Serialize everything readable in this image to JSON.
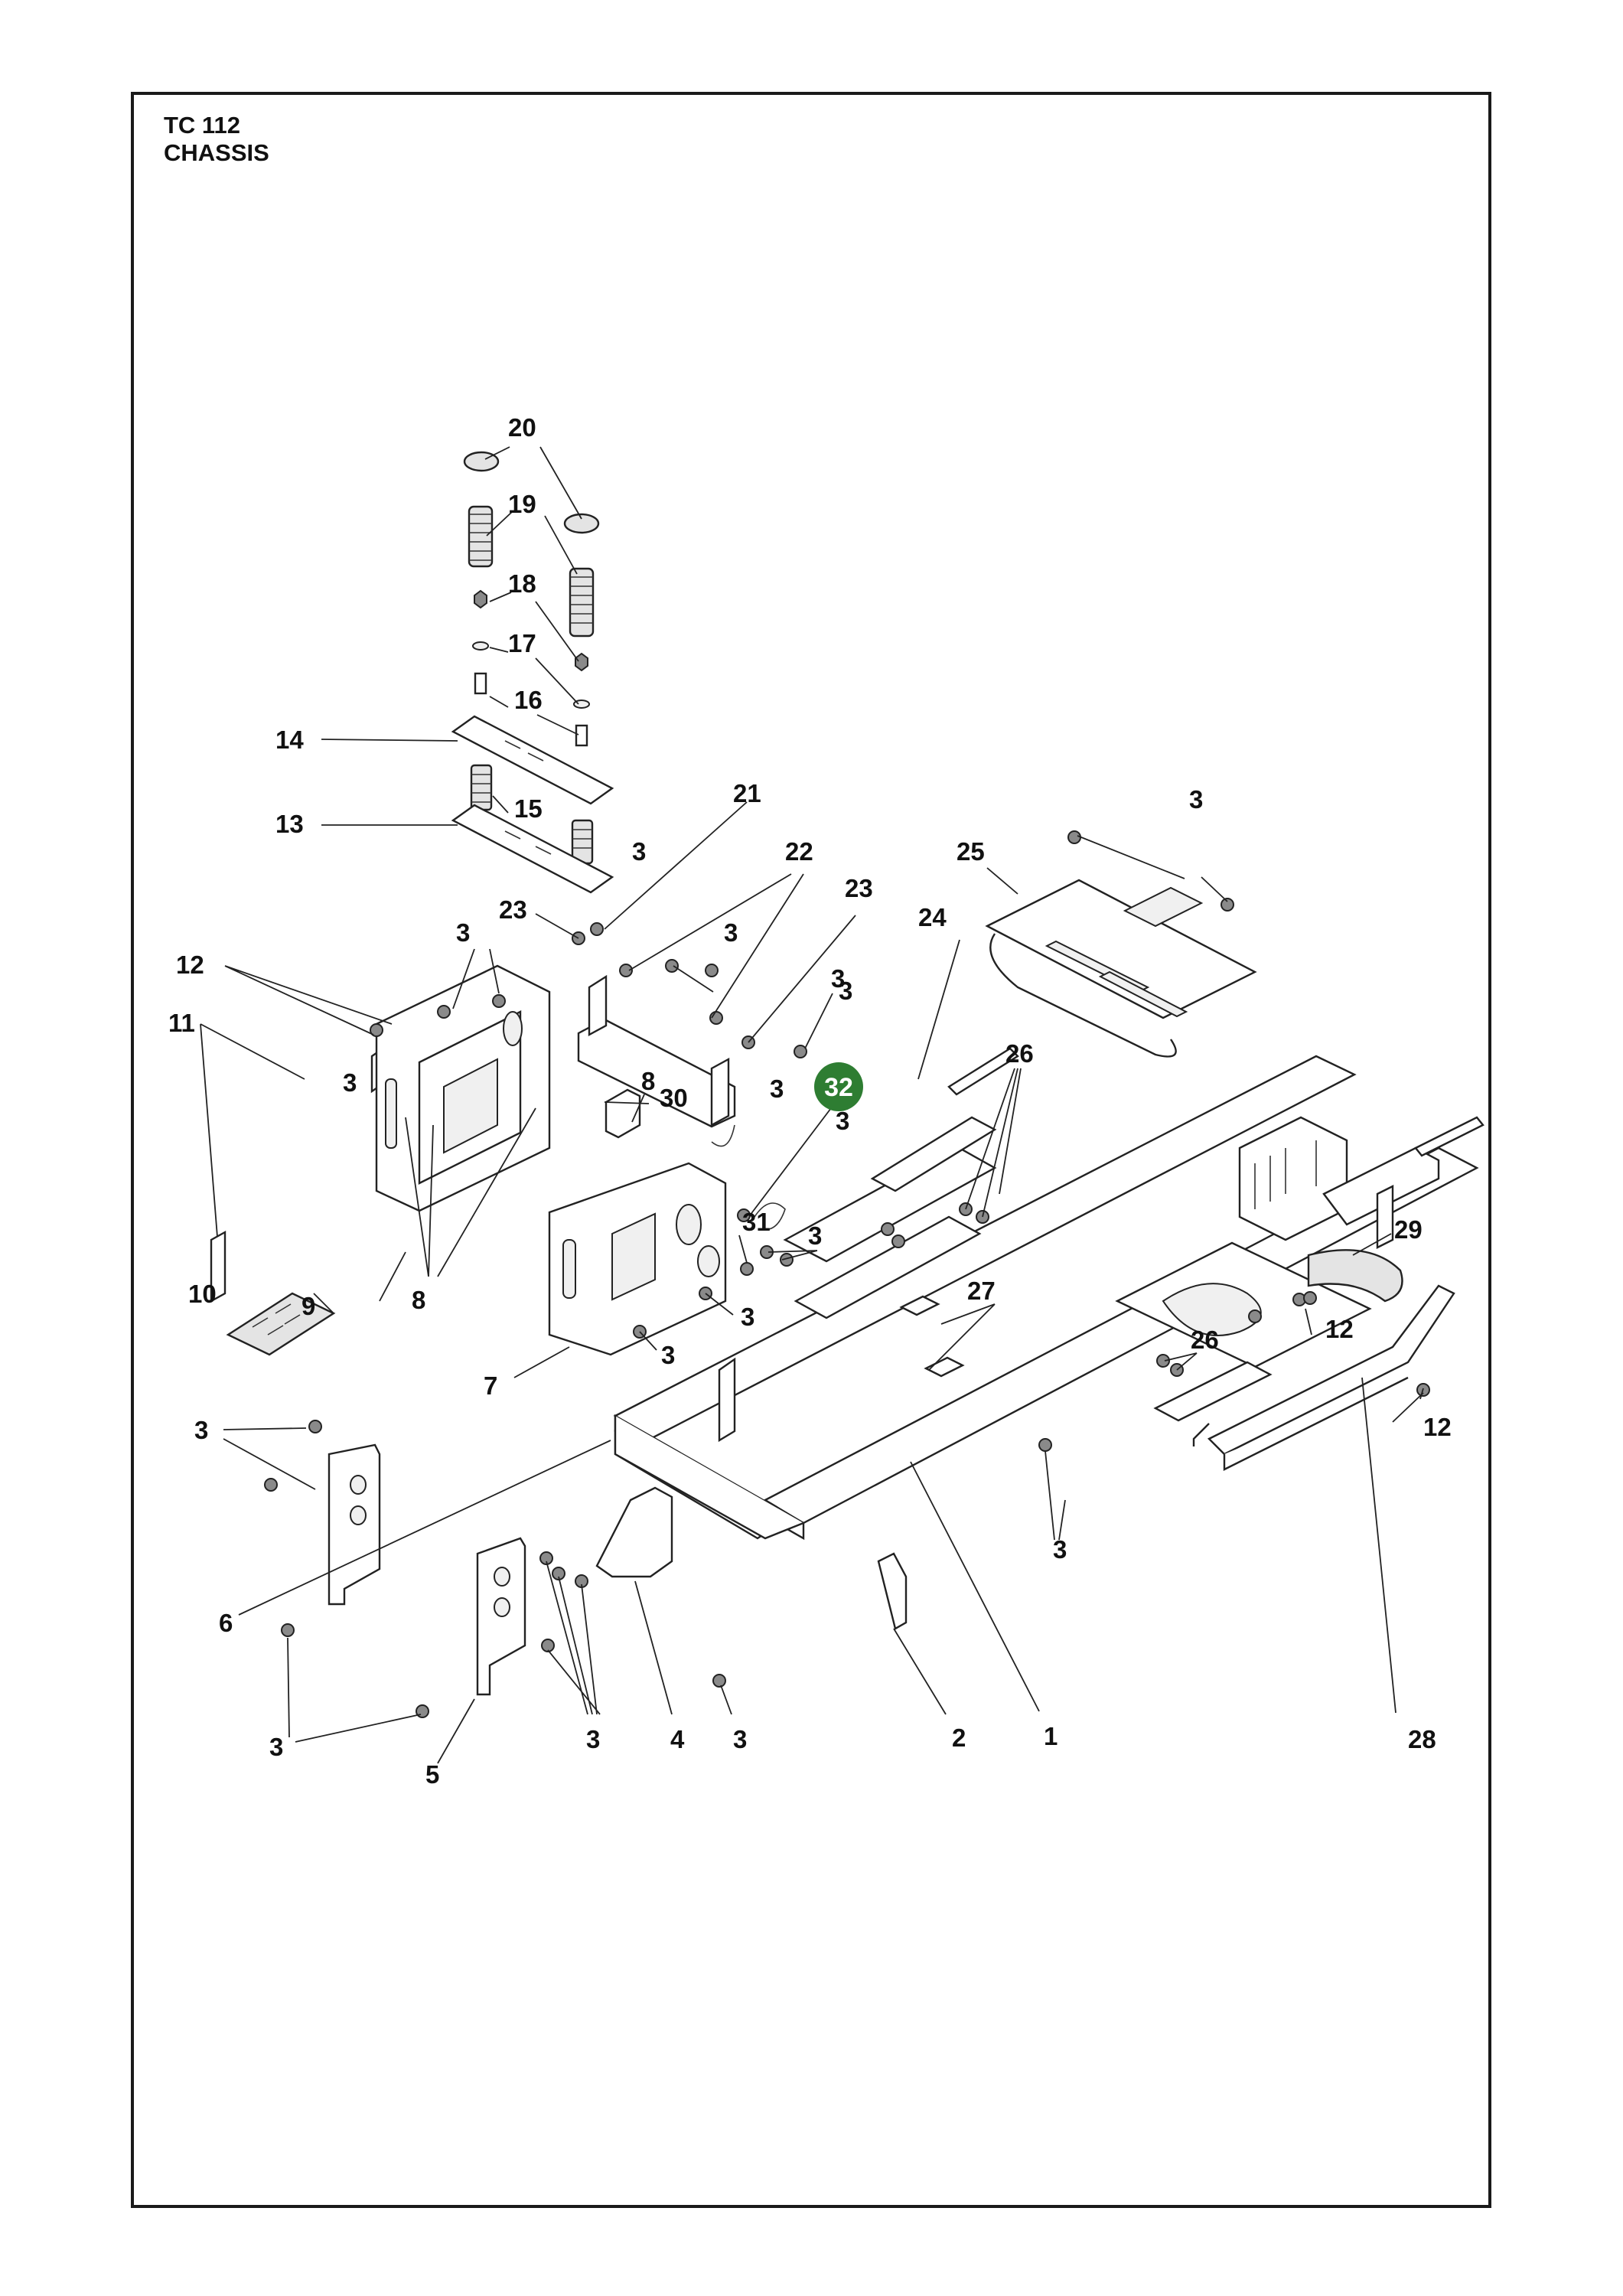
{
  "title": {
    "line1": "TC 112",
    "line2": "CHASSIS"
  },
  "highlight": {
    "label": "32",
    "color": "#2e7d32"
  },
  "callouts": [
    {
      "id": "c20",
      "label": "20"
    },
    {
      "id": "c19",
      "label": "19"
    },
    {
      "id": "c18",
      "label": "18"
    },
    {
      "id": "c17",
      "label": "17"
    },
    {
      "id": "c16",
      "label": "16"
    },
    {
      "id": "c14",
      "label": "14"
    },
    {
      "id": "c15",
      "label": "15"
    },
    {
      "id": "c13",
      "label": "13"
    },
    {
      "id": "c21",
      "label": "21"
    },
    {
      "id": "c22",
      "label": "22"
    },
    {
      "id": "c23a",
      "label": "23"
    },
    {
      "id": "c23b",
      "label": "23"
    },
    {
      "id": "c3a",
      "label": "3"
    },
    {
      "id": "c3b",
      "label": "3"
    },
    {
      "id": "c3c",
      "label": "3"
    },
    {
      "id": "c3d",
      "label": "3"
    },
    {
      "id": "c3e",
      "label": "3"
    },
    {
      "id": "c3f",
      "label": "3"
    },
    {
      "id": "c3g",
      "label": "3"
    },
    {
      "id": "c3h",
      "label": "3"
    },
    {
      "id": "c3i",
      "label": "3"
    },
    {
      "id": "c3j",
      "label": "3"
    },
    {
      "id": "c3k",
      "label": "3"
    },
    {
      "id": "c3l",
      "label": "3"
    },
    {
      "id": "c3m",
      "label": "3"
    },
    {
      "id": "c3n",
      "label": "3"
    },
    {
      "id": "c3o",
      "label": "3"
    },
    {
      "id": "c3p",
      "label": "3"
    },
    {
      "id": "c3q",
      "label": "3"
    },
    {
      "id": "c25",
      "label": "25"
    },
    {
      "id": "c24",
      "label": "24"
    },
    {
      "id": "c26a",
      "label": "26"
    },
    {
      "id": "c26b",
      "label": "26"
    },
    {
      "id": "c12a",
      "label": "12"
    },
    {
      "id": "c12b",
      "label": "12"
    },
    {
      "id": "c12c",
      "label": "12"
    },
    {
      "id": "c11",
      "label": "11"
    },
    {
      "id": "c30",
      "label": "30"
    },
    {
      "id": "c8a",
      "label": "8"
    },
    {
      "id": "c8b",
      "label": "8"
    },
    {
      "id": "c31",
      "label": "31"
    },
    {
      "id": "c29",
      "label": "29"
    },
    {
      "id": "c27",
      "label": "27"
    },
    {
      "id": "c10",
      "label": "10"
    },
    {
      "id": "c9",
      "label": "9"
    },
    {
      "id": "c7",
      "label": "7"
    },
    {
      "id": "c6",
      "label": "6"
    },
    {
      "id": "c5",
      "label": "5"
    },
    {
      "id": "c4",
      "label": "4"
    },
    {
      "id": "c2",
      "label": "2"
    },
    {
      "id": "c1",
      "label": "1"
    },
    {
      "id": "c28",
      "label": "28"
    }
  ]
}
